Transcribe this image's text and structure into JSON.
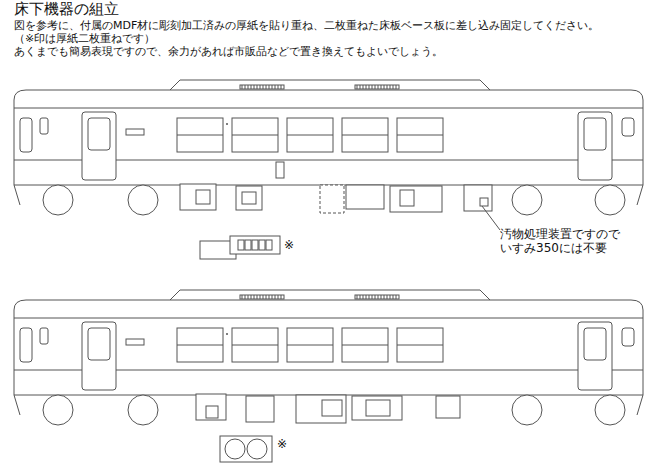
{
  "diagram": {
    "title": "床下機器の組立",
    "labels": [
      "図を参考に、付属のMDF材に彫刻加工済みの厚紙を貼り重ね、二枚重ねた床板ベース板に差し込み固定してください。",
      "（※印は厚紙二枚重ねです）",
      "あくまでも簡易表現ですので、余力があれば市販品などで置き換えてもよいでしょう。",
      "汚物処理装置ですので いすみ350には不要",
      "※",
      "※"
    ]
  }
}
